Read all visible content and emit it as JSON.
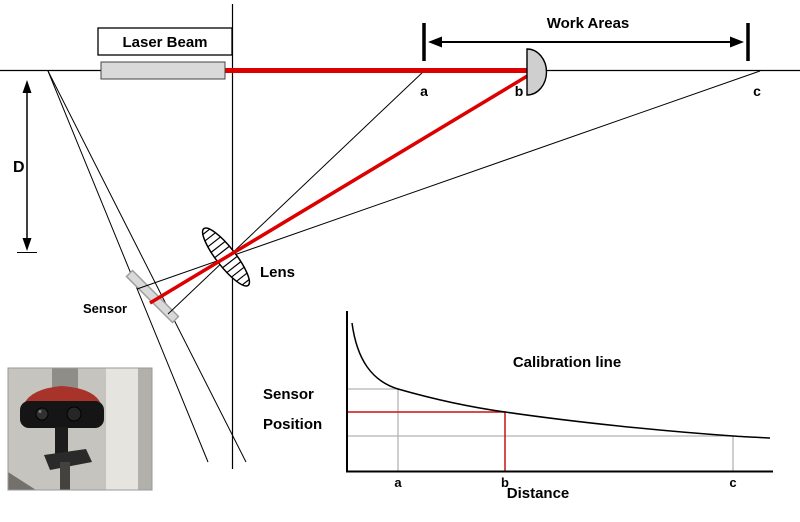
{
  "diagram": {
    "labels": {
      "laser_beam": "Laser Beam",
      "work_areas": "Work Areas",
      "distance_marker": "D",
      "lens": "Lens",
      "sensor": "Sensor"
    },
    "work_points": {
      "a": "a",
      "b": "b",
      "c": "c"
    },
    "colors": {
      "laser_red": "#dd0000",
      "diagram_line": "#000000",
      "emitter_fill": "#d9d9d9",
      "target_fill": "#cfcfcf",
      "sensor_strip": "#d9d9d9",
      "reference_gray": "#b3b3b3"
    }
  },
  "chart_data": {
    "type": "line",
    "title": "Calibration line",
    "xlabel": "Distance",
    "ylabel": "Sensor Position",
    "ylabel_line1": "Sensor",
    "ylabel_line2": "Position",
    "x_ticks": [
      "a",
      "b",
      "c"
    ],
    "curve_shape": "monotonically decreasing hyperbola-like calibration curve; sensor position decreases as distance increases",
    "axis_ranges": {
      "x": [
        0,
        1
      ],
      "y": [
        0,
        1
      ]
    },
    "grid": false,
    "legend": false,
    "points_normalized": [
      {
        "label": "a",
        "x": 0.12,
        "y": 0.52,
        "marker": "gray reference lines"
      },
      {
        "label": "b",
        "x": 0.37,
        "y": 0.38,
        "marker": "red reference lines"
      },
      {
        "label": "c",
        "x": 0.9,
        "y": 0.23,
        "marker": "gray reference lines"
      }
    ]
  },
  "photo_inset": {
    "description": "Photograph of the laser triangulation sensor head (black body, red cap) on a mounting stand"
  }
}
